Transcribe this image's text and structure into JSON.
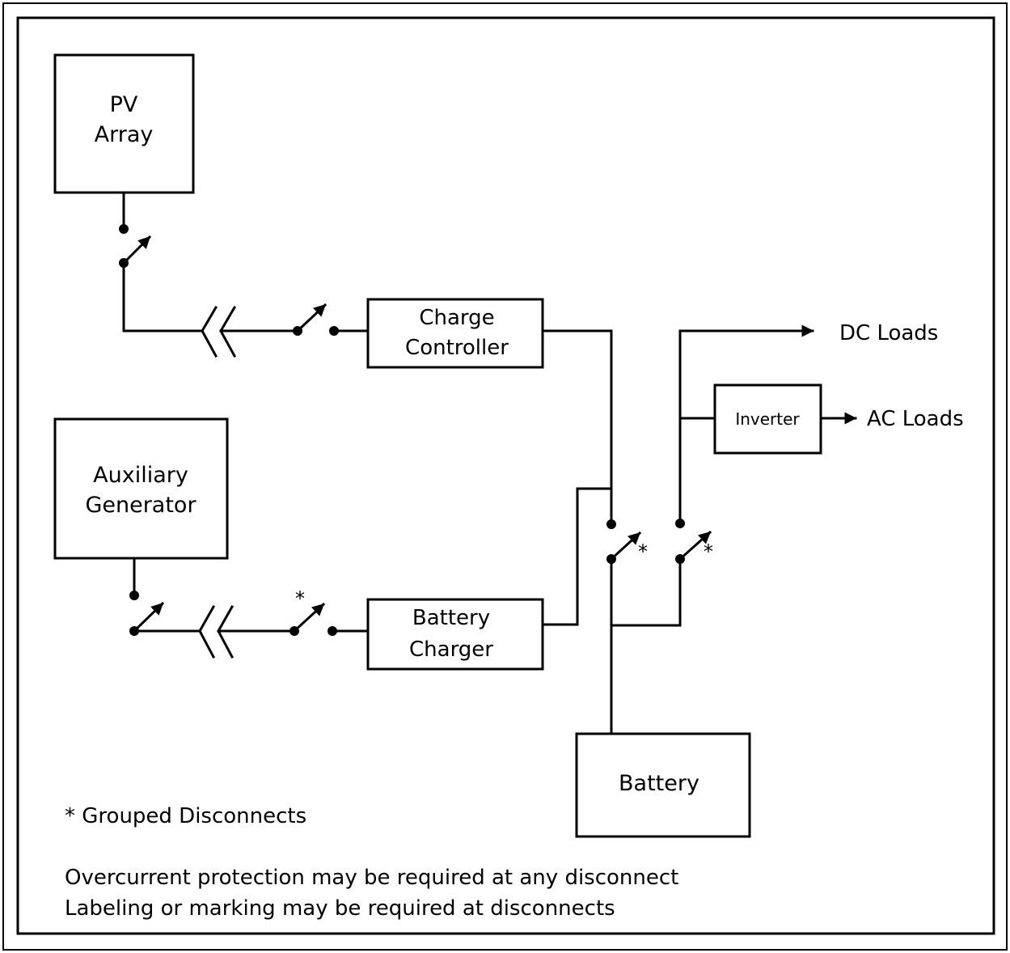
{
  "components": {
    "pv_array": [
      "PV",
      "Array"
    ],
    "charge_controller": [
      "Charge",
      "Controller"
    ],
    "auxiliary_generator": [
      "Auxiliary",
      "Generator"
    ],
    "battery_charger": [
      "Battery",
      "Charger"
    ],
    "inverter": "Inverter",
    "battery": "Battery"
  },
  "loads": {
    "dc": "DC Loads",
    "ac": "AC Loads"
  },
  "grouped_marker": "*",
  "notes": {
    "grouped": "* Grouped Disconnects",
    "line1": "Overcurrent protection may be required at any disconnect",
    "line2": "Labeling or marking may be required at disconnects"
  }
}
